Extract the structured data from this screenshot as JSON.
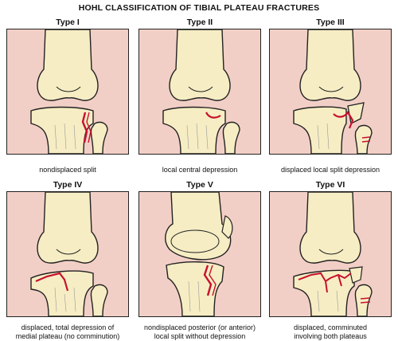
{
  "title": "HOHL CLASSIFICATION OF TIBIAL PLATEAU FRACTURES",
  "panels": [
    {
      "label": "Type I",
      "caption": [
        "nondisplaced split"
      ]
    },
    {
      "label": "Type II",
      "caption": [
        "local central depression"
      ]
    },
    {
      "label": "Type III",
      "caption": [
        "displaced local split depression"
      ]
    },
    {
      "label": "Type IV",
      "caption": [
        "displaced, total depression of",
        "medial plateau (no comminution)"
      ]
    },
    {
      "label": "Type V",
      "caption": [
        "nondisplaced posterior (or anterior)",
        "local split without depression"
      ]
    },
    {
      "label": "Type VI",
      "caption": [
        "displaced, comminuted",
        "involving both plateaus"
      ]
    }
  ],
  "colors": {
    "skin": "#f2cfc6",
    "bone": "#f6edc4",
    "fracture": "#c8102e",
    "outline": "#222222"
  }
}
